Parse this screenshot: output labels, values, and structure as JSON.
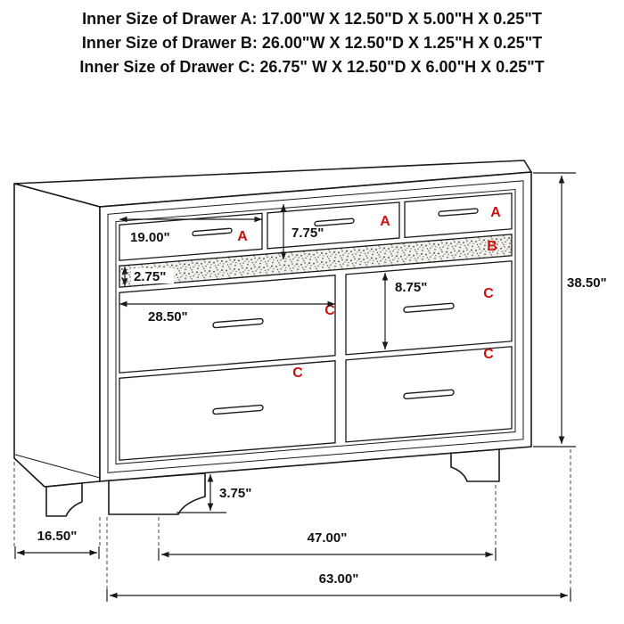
{
  "header": {
    "lines": [
      "Inner Size of Drawer A: 17.00\"W X 12.50\"D X 5.00\"H X 0.25\"T",
      "Inner Size of Drawer B: 26.00\"W X 12.50\"D X 1.25\"H X 0.25\"T",
      "Inner Size of Drawer C: 26.75\" W X 12.50\"D X 6.00\"H X 0.25\"T"
    ]
  },
  "diagram": {
    "drawer_labels": {
      "a": "A",
      "b": "B",
      "c": "C"
    },
    "dims": {
      "a_width": "19.00\"",
      "a_height": "7.75\"",
      "b_height": "2.75\"",
      "c_width": "28.50\"",
      "c_height": "8.75\"",
      "overall_height": "38.50\"",
      "base_height": "3.75\"",
      "depth": "16.50\"",
      "between_legs": "47.00\"",
      "overall_width": "63.00\""
    },
    "colors": {
      "label_red": "#cc1111",
      "line": "#1a1a1a",
      "background": "#ffffff"
    }
  }
}
